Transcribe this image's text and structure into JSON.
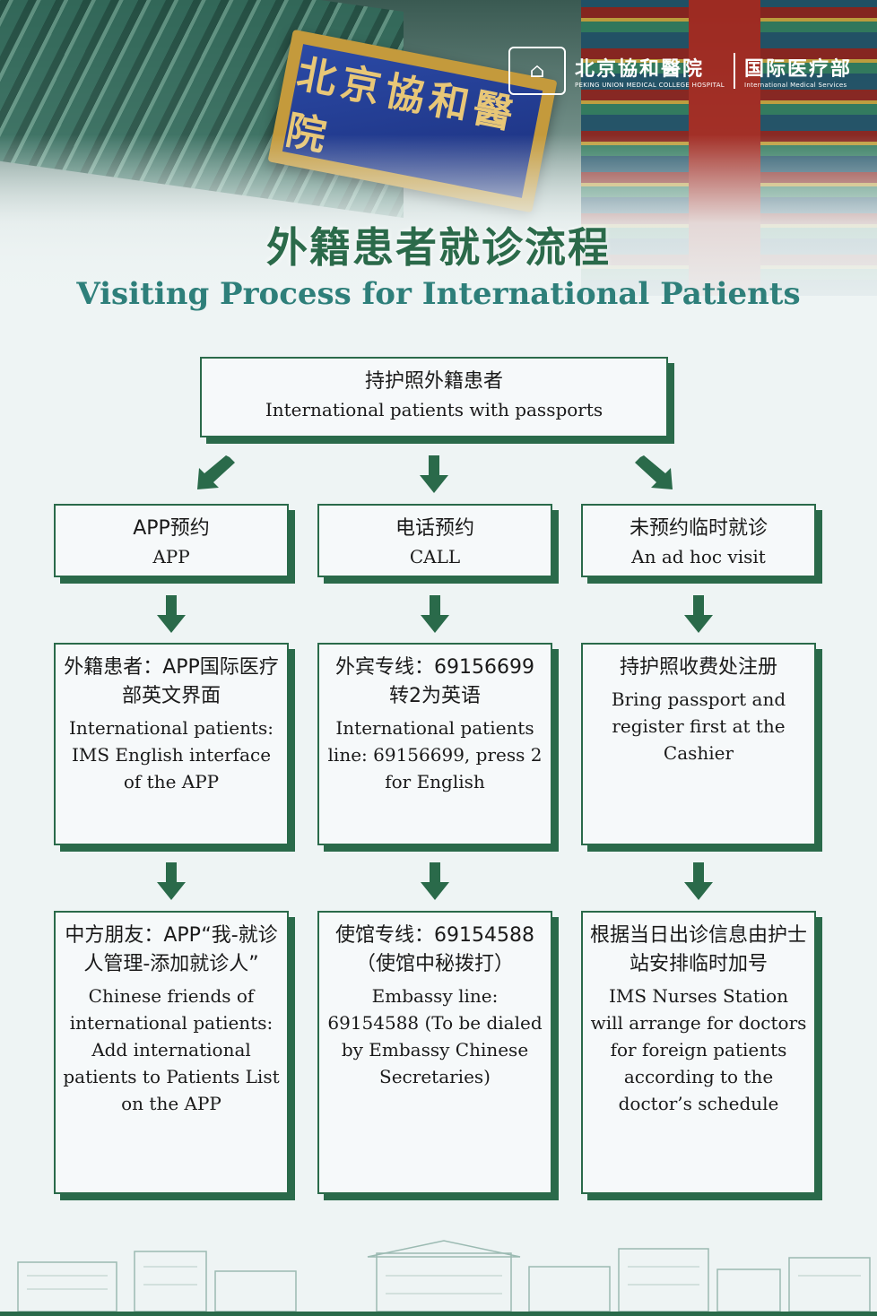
{
  "header": {
    "plaque_text": "北京協和醫院",
    "logo_cn": "北京協和醫院",
    "logo_en": "PEKING UNION MEDICAL COLLEGE HOSPITAL",
    "dept_cn": "国际医疗部",
    "dept_en": "International Medical Services",
    "title_cn": "外籍患者就诊流程",
    "title_en": "Visiting Process for International Patients"
  },
  "top": {
    "cn": "持护照外籍患者",
    "en": "International patients with passports"
  },
  "columns": [
    {
      "head_cn": "APP预约",
      "head_en": "APP",
      "step2_cn": "外籍患者：APP国际医疗部英文界面",
      "step2_en": "International patients: IMS English interface of the APP",
      "step3_cn": "中方朋友：APP“我-就诊人管理-添加就诊人”",
      "step3_en": "Chinese friends of international patients: Add international patients to Patients List on the APP"
    },
    {
      "head_cn": "电话预约",
      "head_en": "CALL",
      "step2_cn": "外宾专线：69156699转2为英语",
      "step2_en": "International patients line: 69156699, press 2 for English",
      "step3_cn": "使馆专线：69154588（使馆中秘拨打）",
      "step3_en": "Embassy line: 69154588 (To be dialed by Embassy Chinese Secretaries)"
    },
    {
      "head_cn": "未预约临时就诊",
      "head_en": "An ad hoc visit",
      "step2_cn": "持护照收费处注册",
      "step2_en": "Bring passport and register first at the Cashier",
      "step3_cn": "根据当日出诊信息由护士站安排临时加号",
      "step3_en": "IMS Nurses Station will arrange for doctors for foreign patients according to the doctor’s schedule"
    }
  ],
  "colors": {
    "green": "#2a6a4a",
    "title_green": "#2b6a4a",
    "title_teal": "#2e7f7a"
  }
}
